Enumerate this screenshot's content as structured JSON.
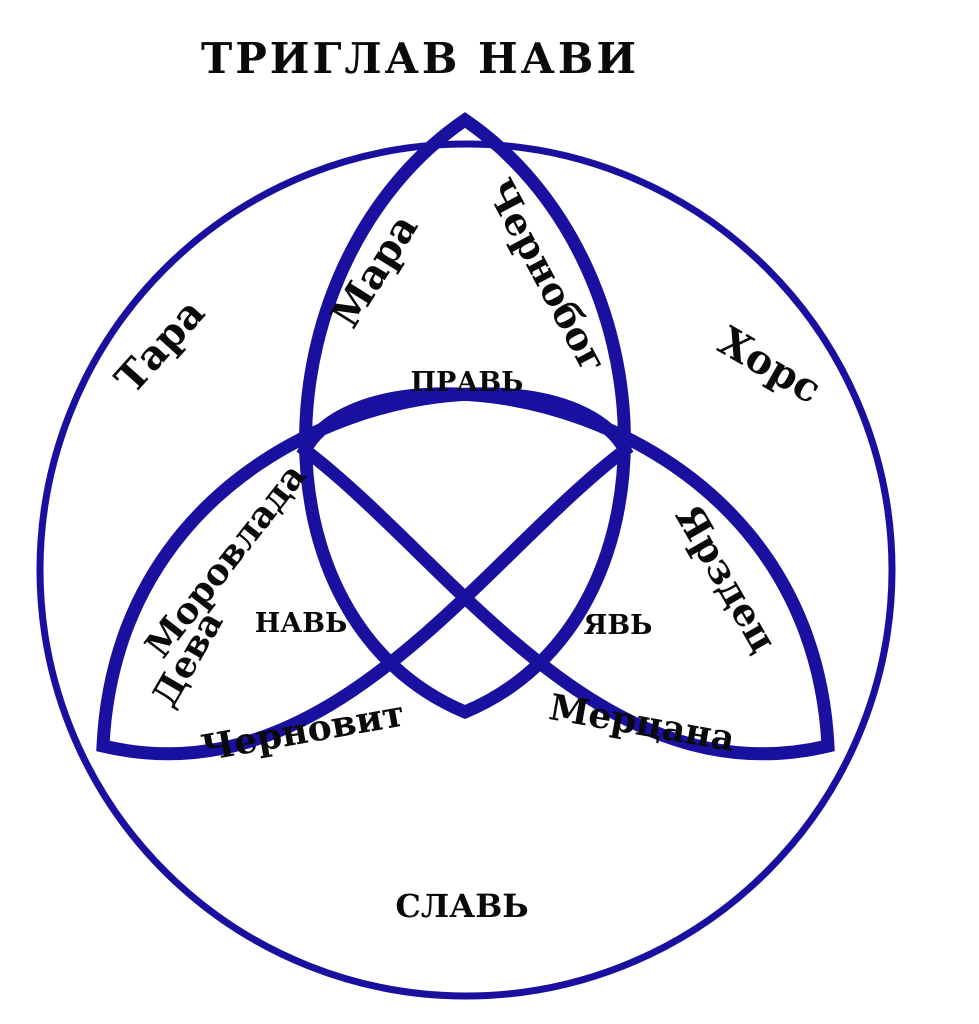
{
  "title": "ТРИГЛАВ НАВИ",
  "colors": {
    "line": "#1a10a0",
    "text": "#0a0a0a",
    "background": "#ffffff"
  },
  "labels": {
    "tara": "Тара",
    "khors": "Хорс",
    "mara": "Мара",
    "chernobog": "Чернобог",
    "prav": "ПРАВЬ",
    "morovlada": "Моровлада",
    "deva": "Дева",
    "nav": "НАВЬ",
    "chernovit": "Черновит",
    "yav": "ЯВЬ",
    "yarozdets": "Ярздец",
    "mertsana": "Мерцана",
    "slav": "СЛАВЬ"
  }
}
